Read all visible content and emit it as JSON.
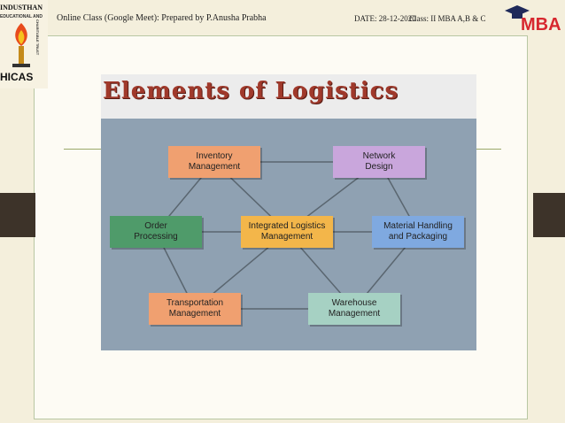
{
  "header": {
    "logo_left": {
      "line1": "INDUSTHAN",
      "line2": "EDUCATIONAL AND",
      "vertical": "CHARITABLE TRUST",
      "line3": "HICAS"
    },
    "class_info": "Online Class (Google Meet): Prepared by P.Anusha Prabha",
    "date": "DATE: 28-12-2020",
    "class": "Class: II MBA A,B & C",
    "logo_right": "MBA"
  },
  "slide": {
    "title": "Elements of Logistics"
  },
  "diagram": {
    "nodes": [
      {
        "id": "inventory",
        "label": "Inventory\nManagement",
        "color": "#f0a070"
      },
      {
        "id": "network",
        "label": "Network\nDesign",
        "color": "#c9a6dc"
      },
      {
        "id": "order",
        "label": "Order\nProcessing",
        "color": "#4f9b6a"
      },
      {
        "id": "integrated",
        "label": "Integrated Logistics\nManagement",
        "color": "#f3b64a"
      },
      {
        "id": "material",
        "label": "Material Handling\nand Packaging",
        "color": "#7fa9e0"
      },
      {
        "id": "transport",
        "label": "Transportation\nManagement",
        "color": "#f0a070"
      },
      {
        "id": "warehouse",
        "label": "Warehouse\nManagement",
        "color": "#a6d1c3"
      }
    ],
    "edges": [
      [
        "inventory",
        "network"
      ],
      [
        "inventory",
        "order"
      ],
      [
        "inventory",
        "integrated"
      ],
      [
        "network",
        "integrated"
      ],
      [
        "network",
        "material"
      ],
      [
        "order",
        "integrated"
      ],
      [
        "order",
        "transport"
      ],
      [
        "integrated",
        "material"
      ],
      [
        "integrated",
        "transport"
      ],
      [
        "integrated",
        "warehouse"
      ],
      [
        "material",
        "warehouse"
      ],
      [
        "transport",
        "warehouse"
      ]
    ],
    "line_color": "#5a6670",
    "panel_color": "#8fa1b2"
  }
}
